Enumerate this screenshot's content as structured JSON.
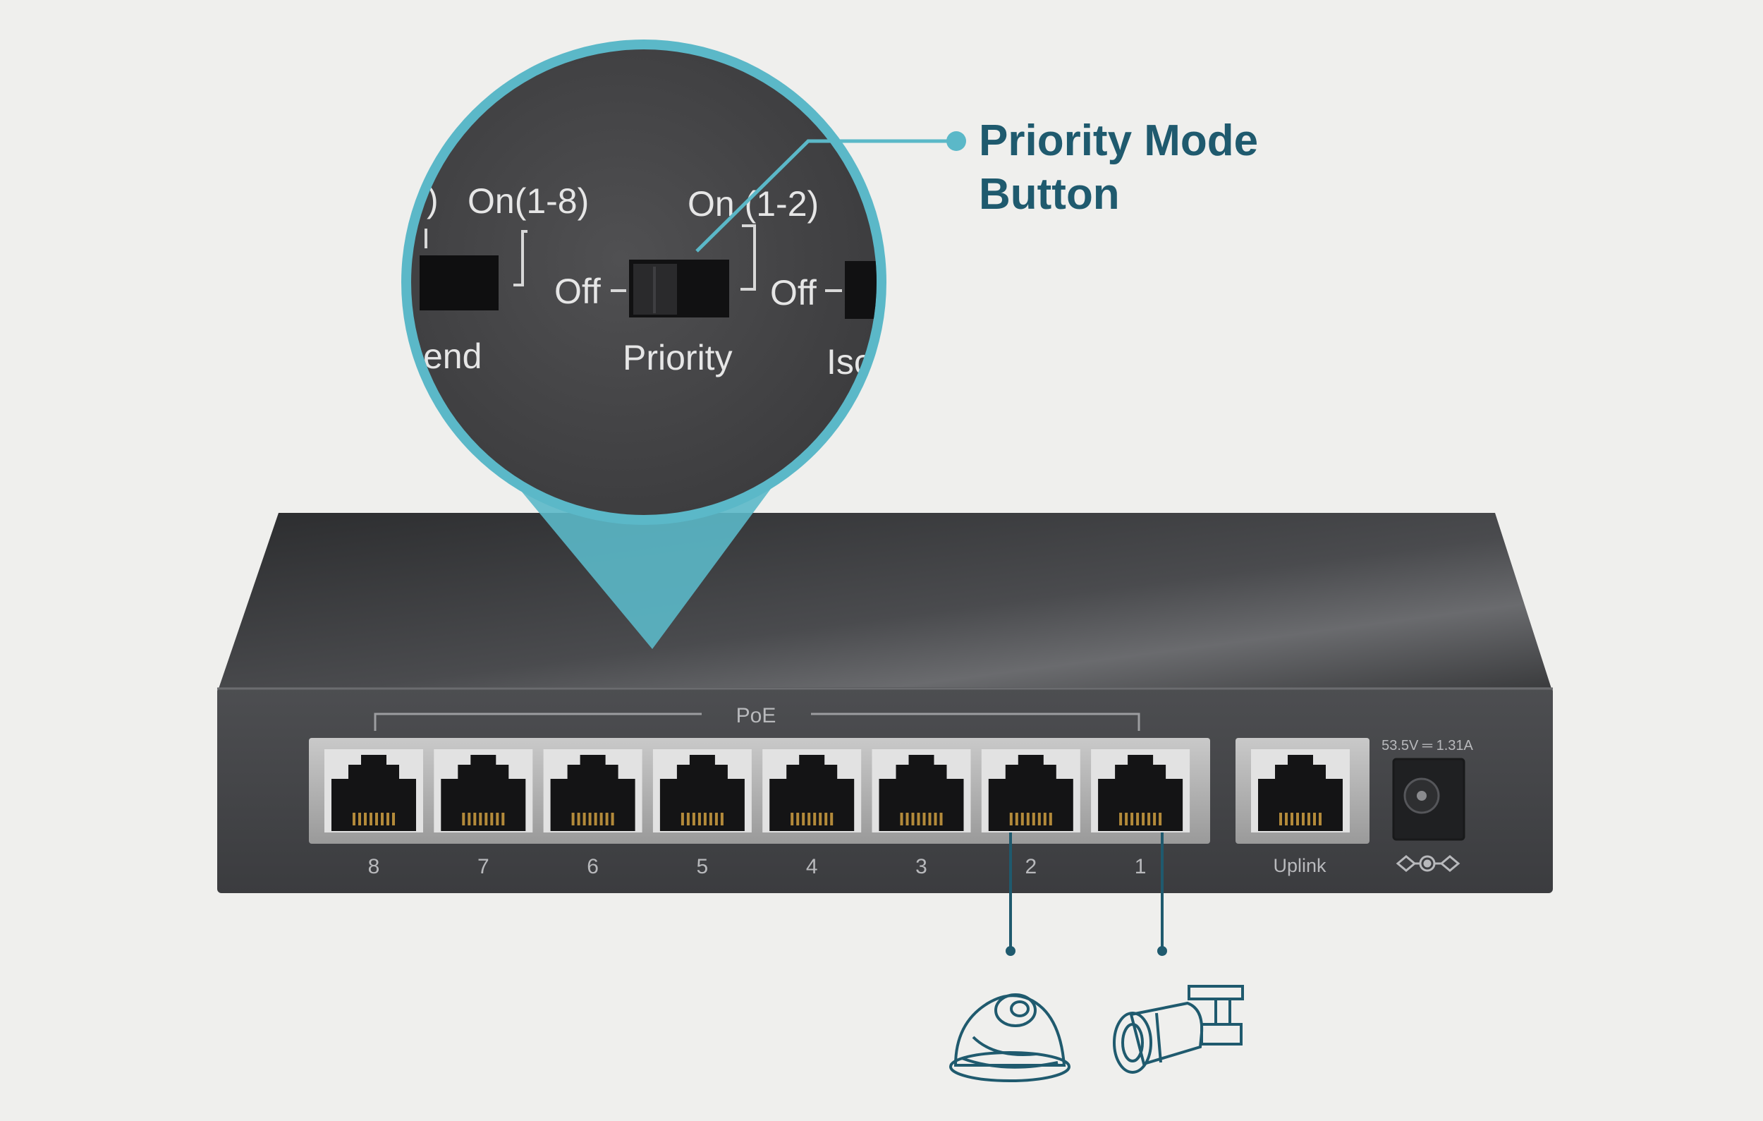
{
  "callout": {
    "line1": "Priority Mode",
    "line2": "Button",
    "accent_color": "#5bb8c8",
    "text_color": "#1f5a6e"
  },
  "zoom": {
    "left_switch_top": "On(1-8)",
    "left_switch_partial_top": ")",
    "left_switch_bottom_partial": "end",
    "priority_top": "On (1-2)",
    "priority_off": "Off",
    "priority_name": "Priority",
    "right_off": "Off",
    "right_partial": "Isc"
  },
  "switch": {
    "poe_label": "PoE",
    "ports": [
      "8",
      "7",
      "6",
      "5",
      "4",
      "3",
      "2",
      "1"
    ],
    "uplink_label": "Uplink",
    "power_rating": "53.5V ═ 1.31A"
  },
  "devices": {
    "port2_device_icon": "dome-camera-icon",
    "port1_device_icon": "bullet-camera-icon"
  }
}
